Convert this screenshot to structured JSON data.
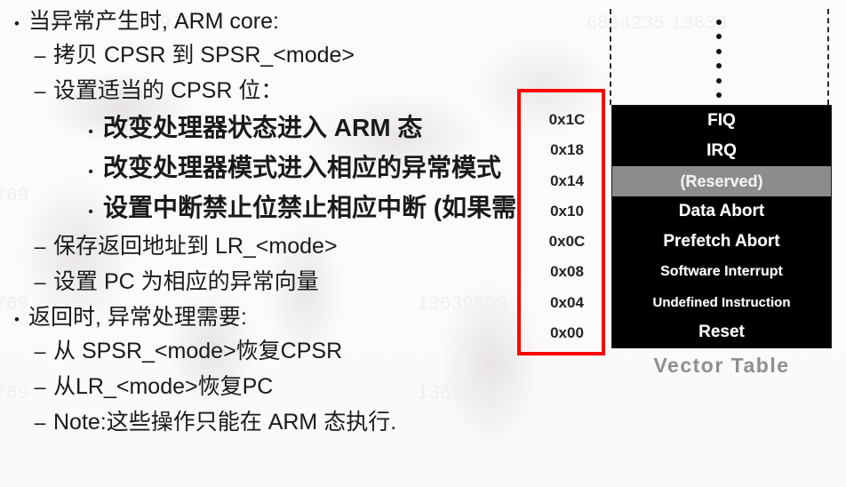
{
  "slide": {
    "title_semantic": "ARM exception handling — entry and return sequence"
  },
  "bullets": [
    {
      "level": 1,
      "marker": "•",
      "text": "当异常产生时, ARM core:"
    },
    {
      "level": 2,
      "marker": "–",
      "text": "拷贝 CPSR 到 SPSR_<mode>"
    },
    {
      "level": 2,
      "marker": "–",
      "text": "设置适当的 CPSR 位："
    },
    {
      "level": 3,
      "marker": "•",
      "text": "改变处理器状态进入 ARM 态"
    },
    {
      "level": 3,
      "marker": "•",
      "text": "改变处理器模式进入相应的异常模式"
    },
    {
      "level": 3,
      "marker": "•",
      "text": "设置中断禁止位禁止相应中断 (如果需"
    },
    {
      "level": 2,
      "marker": "–",
      "text": "保存返回地址到 LR_<mode>"
    },
    {
      "level": 2,
      "marker": "–",
      "text": "设置 PC 为相应的异常向量"
    },
    {
      "level": 1,
      "marker": "•",
      "text": "返回时, 异常处理需要:"
    },
    {
      "level": 2,
      "marker": "–",
      "text": "从 SPSR_<mode>恢复CPSR"
    },
    {
      "level": 2,
      "marker": "–",
      "text": "从LR_<mode>恢复PC"
    },
    {
      "level": 2,
      "marker": "–",
      "text": "Note:这些操作只能在 ARM 态执行."
    }
  ],
  "vector_table": {
    "caption": "Vector Table",
    "background_color": "#000000",
    "text_color": "#ffffff",
    "reserved_row_color": "#8c8c8c",
    "highlight_box_color": "#ff0000",
    "rows": [
      {
        "address": "0x1C",
        "name": "FIQ",
        "reserved": false
      },
      {
        "address": "0x18",
        "name": "IRQ",
        "reserved": false
      },
      {
        "address": "0x14",
        "name": "(Reserved)",
        "reserved": true
      },
      {
        "address": "0x10",
        "name": "Data Abort",
        "reserved": false
      },
      {
        "address": "0x0C",
        "name": "Prefetch Abort",
        "reserved": false
      },
      {
        "address": "0x08",
        "name": "Software Interrupt",
        "reserved": false
      },
      {
        "address": "0x04",
        "name": "Undefined Instruction",
        "reserved": false
      },
      {
        "address": "0x00",
        "name": "Reset",
        "reserved": false
      }
    ]
  },
  "decorations": {
    "ellipsis_dot_count": 6,
    "dashed_guide_count": 2
  },
  "watermarks": [
    "9769",
    "6854235:13639",
    "9769",
    "9769",
    "13639509",
    "9769",
    "13639509"
  ]
}
